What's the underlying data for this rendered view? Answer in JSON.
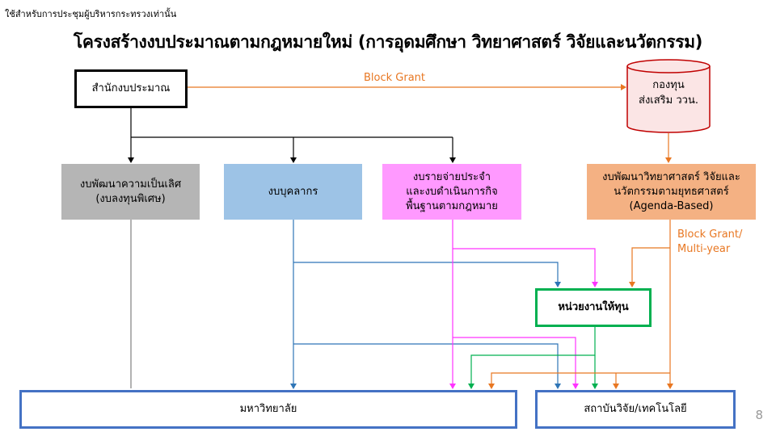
{
  "note": "ใช้สำหรับการประชุมผู้บริหารกระทรวงเท่านั้น",
  "title": "โครงสร้างงบประมาณตามกฎหมายใหม่ (การอุดมศึกษา วิทยาศาสตร์ วิจัยและนวัตกรรม)",
  "nodes": {
    "budget_bureau": "สำนักงบประมาณ",
    "fund": "กองทุน\nส่งเสริม ววน.",
    "excellence": "งบพัฒนาความเป็นเลิศ\n(งบลงทุนพิเศษ)",
    "personnel": "งบบุคลากร",
    "operating": "งบรายจ่ายประจำ\nและงบดำเนินการกิจ\nพื้นฐานตามกฎหมาย",
    "agenda": "งบพัฒนาวิทยาศาสตร์ วิจัยและ\nนวัตกรรมตามยุทธศาสตร์\n(Agenda-Based)",
    "funding_agency": "หน่วยงานให้ทุน",
    "university": "มหาวิทยาลัย",
    "research_institute": "สถาบันวิจัย/เทคโนโลยี"
  },
  "edge_labels": {
    "block_grant": "Block Grant",
    "block_grant_multiyear": "Block Grant/\nMulti-year"
  },
  "page_number": "8",
  "colors": {
    "black": "#000000",
    "orange": "#e87722",
    "blue": "#2e75b6",
    "magenta": "#ff33ff",
    "green": "#00b050",
    "border_blue": "#4472c4"
  }
}
